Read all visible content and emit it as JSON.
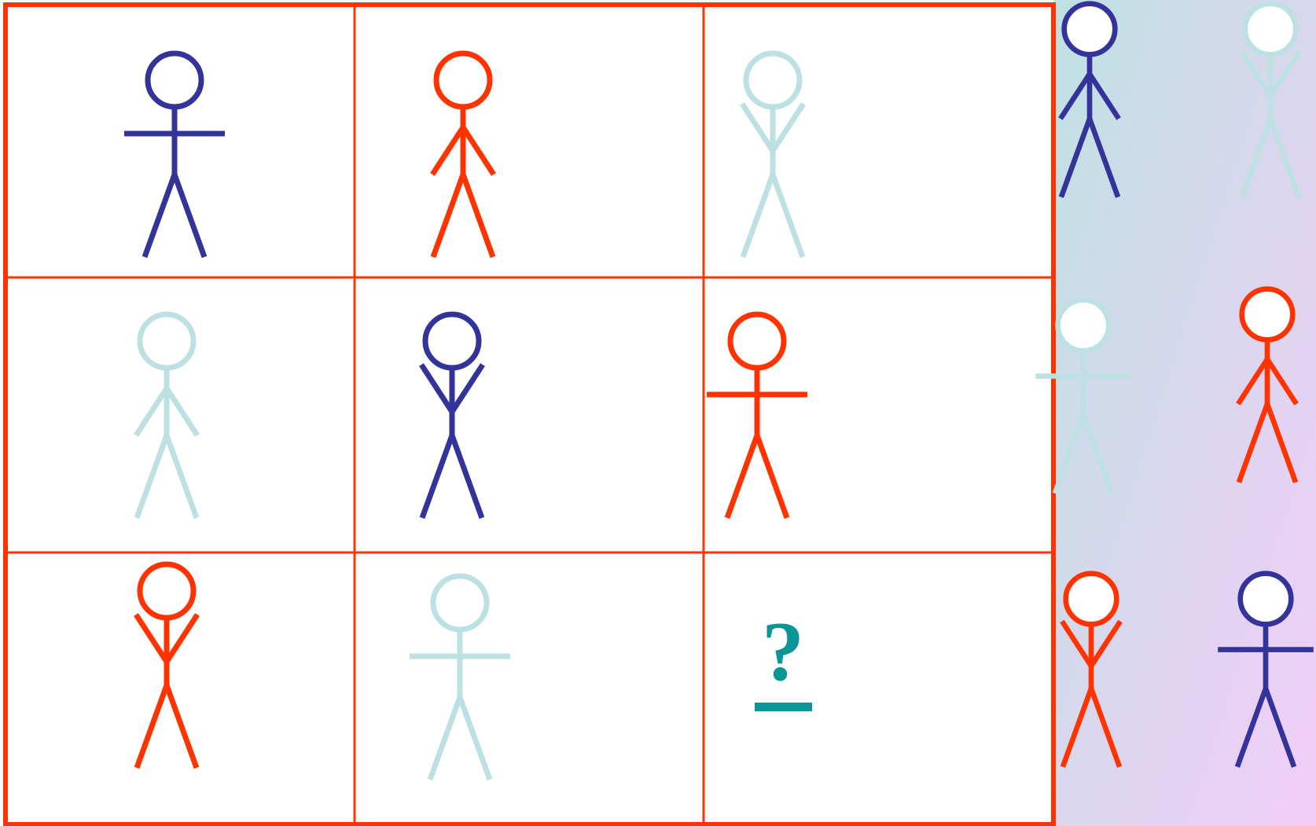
{
  "colors": {
    "blue": "#333399",
    "red": "#ff3300",
    "light": "#bde0e3",
    "teal": "#0a9596",
    "grid_border": "#ff3300",
    "panel_gradient_top": "#bfe1e3",
    "panel_gradient_bottom": "#f2cdf8"
  },
  "puzzle": {
    "rows": 3,
    "cols": 3,
    "cells": [
      [
        {
          "color": "blue",
          "arms": "horizontal"
        },
        {
          "color": "red",
          "arms": "down"
        },
        {
          "color": "light",
          "arms": "up"
        }
      ],
      [
        {
          "color": "light",
          "arms": "down"
        },
        {
          "color": "blue",
          "arms": "up"
        },
        {
          "color": "red",
          "arms": "horizontal"
        }
      ],
      [
        {
          "color": "red",
          "arms": "up"
        },
        {
          "color": "light",
          "arms": "horizontal"
        },
        {
          "missing": true
        }
      ]
    ],
    "missing_symbol": "?"
  },
  "options": [
    {
      "color": "blue",
      "arms": "down"
    },
    {
      "color": "light",
      "arms": "up"
    },
    {
      "color": "light",
      "arms": "horizontal"
    },
    {
      "color": "red",
      "arms": "down"
    },
    {
      "color": "red",
      "arms": "up"
    },
    {
      "color": "blue",
      "arms": "horizontal"
    }
  ]
}
